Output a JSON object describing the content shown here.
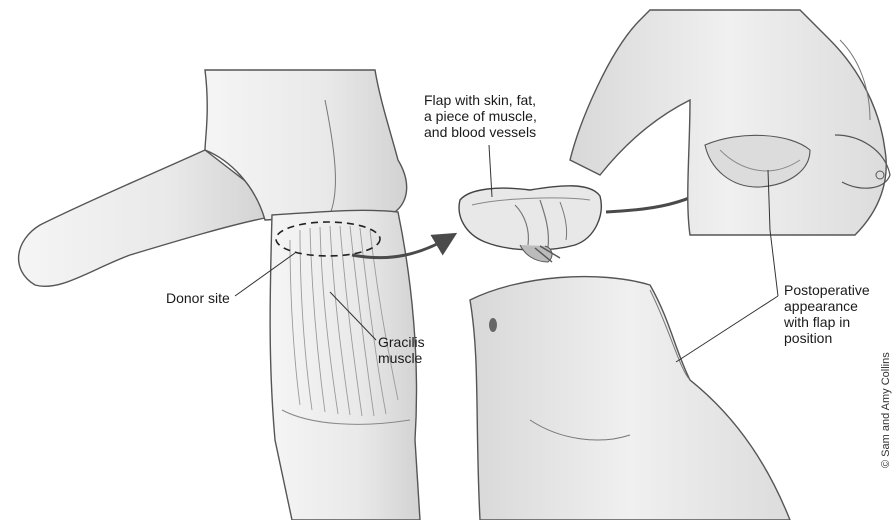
{
  "labels": {
    "flap": "Flap with skin, fat,\na piece of muscle,\nand blood vessels",
    "donor_site": "Donor site",
    "gracilis": "Gracilis\nmuscle",
    "postop": "Postoperative\nappearance\nwith flap in\nposition"
  },
  "credit": "© Sam and Amy Collins",
  "colors": {
    "skin_shade": "#e6e6e6",
    "outline": "#3a3a3a",
    "muscle": "#9a9a9a",
    "arrow": "#4a4a4a"
  }
}
